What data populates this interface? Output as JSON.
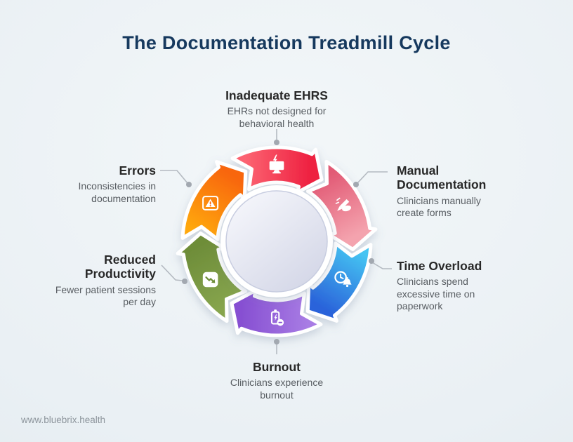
{
  "title": "The Documentation Treadmill Cycle",
  "footer": {
    "url": "www.bluebrix.health"
  },
  "colors": {
    "title": "#16395e",
    "heading": "#282828",
    "body_text": "#585d62",
    "footer_text": "#8d959c",
    "connector_line": "#b4bac1",
    "connector_dot": "#a2a8b0",
    "center_circle_from": "#f5f6fb",
    "center_circle_to": "#d2d5e6",
    "center_circle_rim": "#c8cde0"
  },
  "cycle": {
    "items": [
      {
        "id": "inadequate-ehrs",
        "title": "Inadequate EHRS",
        "description": [
          "EHRs not designed for",
          "behavioral health"
        ],
        "icon": "broken-monitor-icon",
        "gradient": {
          "from": "#fc6472",
          "to": "#ee2040"
        }
      },
      {
        "id": "manual-documentation",
        "title": [
          "Manual",
          "Documentation"
        ],
        "description": [
          "Clinicians manually",
          "create forms"
        ],
        "icon": "writing-hand-icon",
        "gradient": {
          "from": "#e25a75",
          "to": "#f4a3ae"
        }
      },
      {
        "id": "time-overload",
        "title": "Time Overload",
        "description": [
          "Clinicians spend",
          "excessive time on",
          "paperwork"
        ],
        "icon": "clock-bell-icon",
        "gradient": {
          "from": "#45c4f2",
          "to": "#2a63da"
        }
      },
      {
        "id": "burnout",
        "title": "Burnout",
        "description": [
          "Clinicians experience",
          "burnout"
        ],
        "icon": "battery-low-icon",
        "gradient": {
          "from": "#a87ce4",
          "to": "#8750d2"
        }
      },
      {
        "id": "reduced-productivity",
        "title": [
          "Reduced",
          "Productivity"
        ],
        "description": [
          "Fewer patient sessions",
          "per day"
        ],
        "icon": "trend-down-icon",
        "gradient": {
          "from": "#87a54e",
          "to": "#6e8d39"
        }
      },
      {
        "id": "errors",
        "title": "Errors",
        "description": [
          "Inconsistencies in",
          "documentation"
        ],
        "icon": "warning-triangle-icon",
        "gradient": {
          "from": "#ffa80d",
          "to": "#f8660f"
        }
      }
    ]
  }
}
